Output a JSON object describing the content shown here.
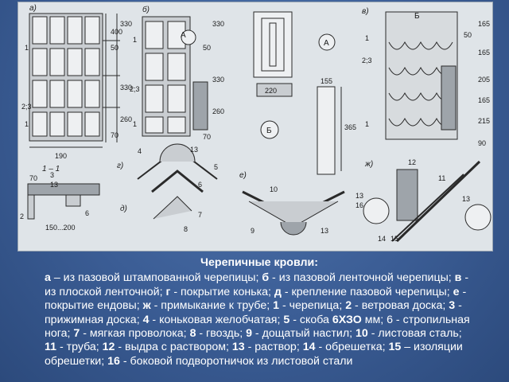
{
  "caption": {
    "title": "Черепичные кровли:",
    "segments": [
      {
        "t": "а",
        "b": true
      },
      {
        "t": " – из пазовой штампованной черепицы; ",
        "b": false
      },
      {
        "t": "б",
        "b": true
      },
      {
        "t": " - из пазовой ленточной черепицы; ",
        "b": false
      },
      {
        "t": "в",
        "b": true
      },
      {
        "t": " - из плоской ленточной; ",
        "b": false
      },
      {
        "t": "г",
        "b": true
      },
      {
        "t": " - покрытие конька; ",
        "b": false
      },
      {
        "t": "д",
        "b": true
      },
      {
        "t": " - крепление пазовой черепицы; ",
        "b": false
      },
      {
        "t": "е",
        "b": true
      },
      {
        "t": " - покрытие ендовы; ",
        "b": false
      },
      {
        "t": "ж",
        "b": true
      },
      {
        "t": " - примыкание к трубе; ",
        "b": false
      },
      {
        "t": "1",
        "b": true
      },
      {
        "t": " - черепица; ",
        "b": false
      },
      {
        "t": "2",
        "b": true
      },
      {
        "t": " - ветровая доска; ",
        "b": false
      },
      {
        "t": "3",
        "b": true
      },
      {
        "t": " - прижимная доска; ",
        "b": false
      },
      {
        "t": "4",
        "b": true
      },
      {
        "t": " - коньковая желобчатая; ",
        "b": false
      },
      {
        "t": "5",
        "b": true
      },
      {
        "t": " - скоба ",
        "b": false
      },
      {
        "t": "6ХЗО",
        "b": true
      },
      {
        "t": " мм; 6 - стропильная нога; ",
        "b": false
      },
      {
        "t": "7",
        "b": true
      },
      {
        "t": " - мягкая проволока; ",
        "b": false
      },
      {
        "t": "8",
        "b": true
      },
      {
        "t": " - гвоздь; ",
        "b": false
      },
      {
        "t": "9",
        "b": true
      },
      {
        "t": " - дощатый настил; ",
        "b": false
      },
      {
        "t": "10",
        "b": true
      },
      {
        "t": " - листовая сталь; ",
        "b": false
      },
      {
        "t": "11",
        "b": true
      },
      {
        "t": " - труба; ",
        "b": false
      },
      {
        "t": "12",
        "b": true
      },
      {
        "t": " - выдра с раствором; ",
        "b": false
      },
      {
        "t": "13",
        "b": true
      },
      {
        "t": " - раствор; ",
        "b": false
      },
      {
        "t": "14",
        "b": true
      },
      {
        "t": " - обрешетка; ",
        "b": false
      },
      {
        "t": "15",
        "b": true
      },
      {
        "t": " – изоляции обрешетки; ",
        "b": false
      },
      {
        "t": "16",
        "b": true
      },
      {
        "t": " - боковой подворотничок из листовой стали",
        "b": false
      }
    ]
  },
  "drawing": {
    "panel_letters": [
      "а)",
      "б)",
      "в)",
      "г)",
      "д)",
      "е)",
      "ж)"
    ],
    "section_label": "1 – 1",
    "dims_a": [
      "400",
      "50",
      "330",
      "330",
      "260",
      "70",
      "190"
    ],
    "dims_b": [
      "330",
      "50",
      "330",
      "260",
      "70",
      "220",
      "155",
      "365"
    ],
    "dims_c": [
      "165",
      "50",
      "165",
      "205",
      "165",
      "215",
      "90"
    ],
    "dims_section": [
      "70",
      "150...200"
    ],
    "callout_a": "А",
    "callout_b": "Б",
    "part_numbers_a": [
      "1",
      "2;3",
      "1"
    ],
    "part_numbers_b": [
      "1",
      "2;3",
      "1"
    ],
    "part_numbers_c": [
      "1",
      "2;3",
      "1"
    ],
    "part_numbers_section": [
      "3",
      "13",
      "2",
      "6"
    ],
    "part_numbers_g": [
      "4",
      "13",
      "5",
      "6"
    ],
    "part_numbers_d": [
      "7",
      "8"
    ],
    "part_numbers_e": [
      "10",
      "9",
      "13"
    ],
    "part_numbers_zh": [
      "12",
      "13",
      "16",
      "14",
      "15",
      "11",
      "13"
    ]
  }
}
